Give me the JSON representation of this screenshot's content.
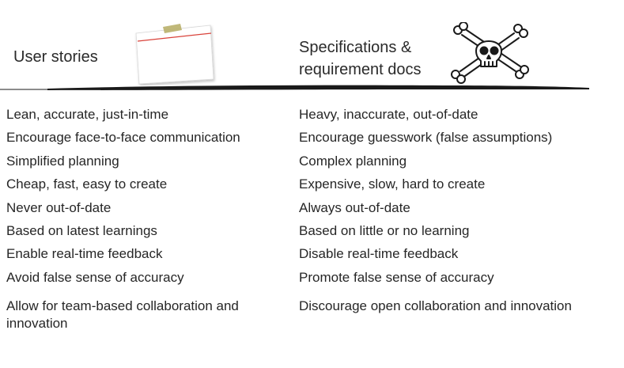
{
  "header": {
    "left_title": "User stories",
    "right_title_line1": "Specifications &",
    "right_title_line2": "requirement docs"
  },
  "icons": {
    "note": "sticky-note-icon",
    "skull": "skull-crossbones-icon"
  },
  "colors": {
    "text": "#222222",
    "note_line": "#d9423a",
    "tape": "#b9b06a",
    "divider": "#1a1a1a"
  },
  "user_stories": [
    "Lean, accurate, just-in-time",
    "Encourage face-to-face communication",
    "Simplified planning",
    "Cheap, fast, easy to create",
    "Never out-of-date",
    "Based on latest learnings",
    "Enable real-time feedback",
    "Avoid false sense of accuracy",
    "Allow for team-based collaboration and innovation"
  ],
  "specs": [
    "Heavy, inaccurate, out-of-date",
    "Encourage guesswork (false assumptions)",
    "Complex planning",
    "Expensive, slow, hard to create",
    "Always out-of-date",
    "Based on little or no learning",
    "Disable real-time feedback",
    "Promote false sense of accuracy",
    "Discourage open collaboration and innovation"
  ]
}
